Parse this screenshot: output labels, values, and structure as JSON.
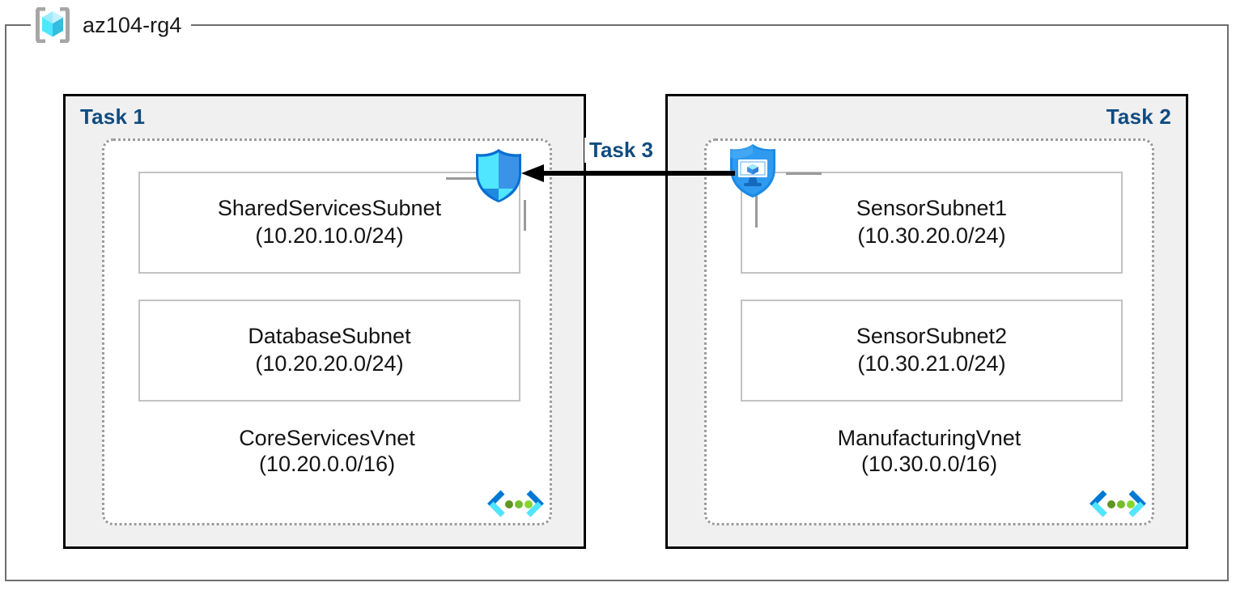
{
  "resource_group": {
    "name": "az104-rg4",
    "icon": "resource-group-cube-icon"
  },
  "tasks": [
    {
      "id": "task1",
      "label": "Task 1"
    },
    {
      "id": "task2",
      "label": "Task 2"
    },
    {
      "id": "task3",
      "label": "Task 3"
    }
  ],
  "panels": {
    "left": {
      "task_label": "Task 1",
      "vnet": {
        "name": "CoreServicesVnet",
        "cidr": "(10.20.0.0/16)",
        "icon": "virtual-network-icon"
      },
      "subnets": [
        {
          "name": "SharedServicesSubnet",
          "cidr": "(10.20.10.0/24)"
        },
        {
          "name": "DatabaseSubnet",
          "cidr": "(10.20.20.0/24)"
        }
      ],
      "security_icon": "network-security-group-shield-icon"
    },
    "right": {
      "task_label": "Task 2",
      "vnet": {
        "name": "ManufacturingVnet",
        "cidr": "(10.30.0.0/16)",
        "icon": "virtual-network-icon"
      },
      "subnets": [
        {
          "name": "SensorSubnet1",
          "cidr": "(10.30.20.0/24)"
        },
        {
          "name": "SensorSubnet2",
          "cidr": "(10.30.21.0/24)"
        }
      ],
      "security_icon": "bastion-shield-monitor-icon"
    }
  },
  "connection": {
    "label": "Task 3",
    "direction": "right-to-left",
    "from": "ManufacturingVnet",
    "to": "CoreServicesVnet",
    "arrow_icon": "left-arrow-icon"
  },
  "colors": {
    "task_label": "#0f4c81",
    "panel_fill": "#f0f0f0",
    "panel_border": "#000000",
    "vnet_border": "#9a9a9a",
    "subnet_border": "#c2c2c2",
    "frame_border": "#6e6e6e",
    "arrow": "#000000",
    "azure_blue": "#0078d4",
    "cyan": "#50e6ff",
    "green_dot": "#5e9624"
  }
}
